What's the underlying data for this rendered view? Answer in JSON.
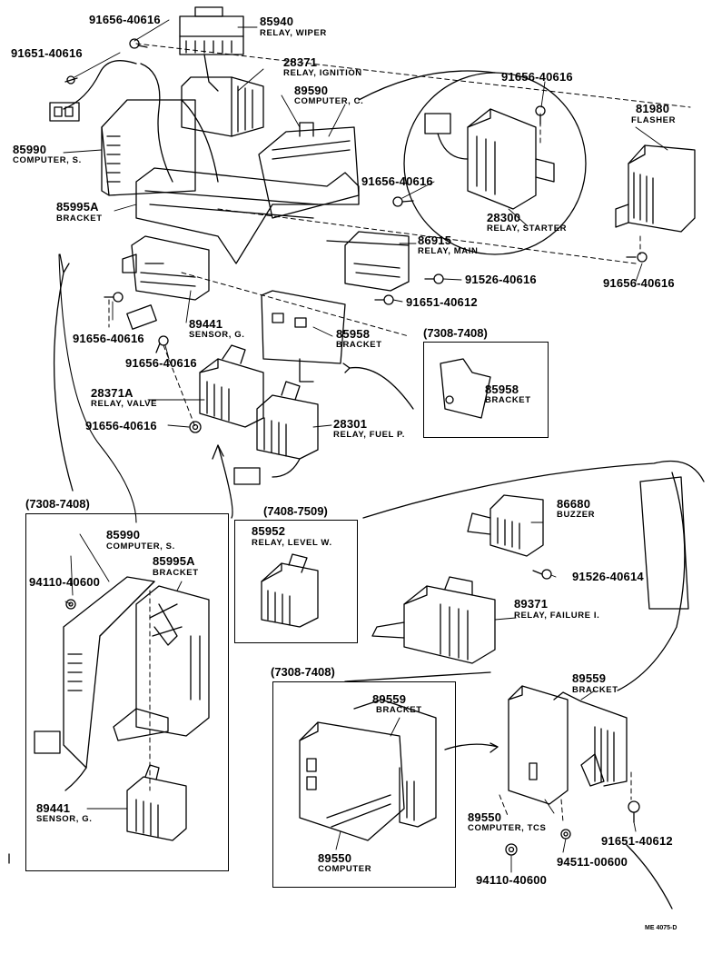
{
  "labels": {
    "p91656_top": "91656-40616",
    "p85940": "85940",
    "n85940": "RELAY, WIPER",
    "p91651_tl": "91651-40616",
    "p28371": "28371",
    "n28371": "RELAY, IGNITION",
    "p91656_tr": "91656-40616",
    "p89590": "89590",
    "n89590": "COMPUTER, C.",
    "p81980": "81980",
    "n81980": "FLASHER",
    "p85990": "85990",
    "n85990": "COMPUTER, S.",
    "p91656_mid": "91656-40616",
    "p85995A": "85995A",
    "n85995A": "BRACKET",
    "p28300": "28300",
    "n28300": "RELAY, STARTER",
    "p86915": "86915",
    "n86915": "RELAY, MAIN",
    "p91656_fr": "91656-40616",
    "p91526_a": "91526-40616",
    "p91651_mid": "91651-40612",
    "p91656_l": "91656-40616",
    "p89441": "89441",
    "n89441": "SENSOR, G.",
    "p85958": "85958",
    "n85958": "BRACKET",
    "r7308_a": "(7308-7408)",
    "p91656_l2": "91656-40616",
    "p85958b": "85958",
    "n85958b": "BRACKET",
    "p28371A": "28371A",
    "n28371A": "RELAY, VALVE",
    "p91656_l3": "91656-40616",
    "p28301": "28301",
    "n28301": "RELAY, FUEL P.",
    "r7308_b": "(7308-7408)",
    "r7408": "(7408-7509)",
    "p86680": "86680",
    "n86680": "BUZZER",
    "p85990b": "85990",
    "n85990b": "COMPUTER, S.",
    "p85995Ab": "85995A",
    "n85995Ab": "BRACKET",
    "p85952": "85952",
    "n85952": "RELAY, LEVEL W.",
    "p94110_a": "94110-40600",
    "p91526_b": "91526-40614",
    "p89371": "89371",
    "n89371": "RELAY, FAILURE I.",
    "r7308_c": "(7308-7408)",
    "p89559": "89559",
    "n89559": "BRACKET",
    "p89559b": "89559",
    "n89559b": "BRACKET",
    "p89441b": "89441",
    "n89441b": "SENSOR, G.",
    "p89550": "89550",
    "n89550": "COMPUTER",
    "p89550b": "89550",
    "n89550b": "COMPUTER, TCS",
    "p94511": "94511-00600",
    "p91651_br": "91651-40612",
    "p94110_b": "94110-40600",
    "code": "ME 4075-D"
  }
}
